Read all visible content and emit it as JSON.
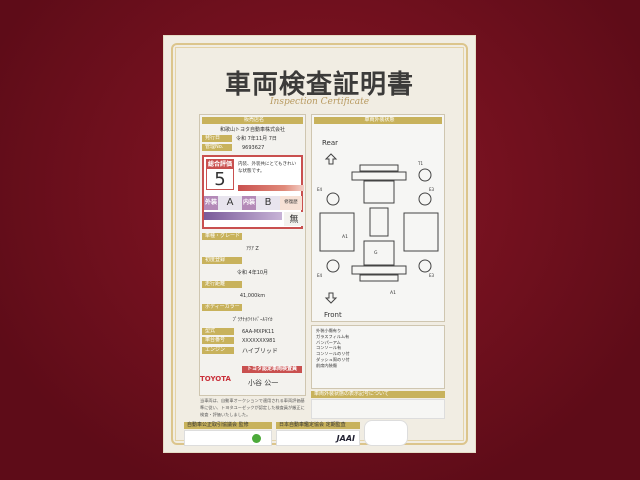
{
  "certificate": {
    "title": "車両検査証明書",
    "subtitle": "Inspection Certificate",
    "dealer": {
      "header": "販売店名",
      "name": "和歌山トヨタ自動車株式会社",
      "issue_label": "発行日",
      "issue_date": "令和 7年11月 7日",
      "mgmt_label": "管理No.",
      "mgmt_no": "9693627"
    },
    "evaluation": {
      "label": "総合評価",
      "score": "5",
      "comment": "内装、外装共にとてもきれいな状態です。",
      "exterior_label": "外装",
      "exterior": "A",
      "interior_label": "内装",
      "interior": "B",
      "repair_label": "修復歴",
      "repair": "無"
    },
    "specs": [
      {
        "label": "車種・グレード",
        "value": "ｱｸｱ Z"
      },
      {
        "label": "初度登録",
        "value": "令和 4年10月"
      },
      {
        "label": "走行距離",
        "value": "41,000km"
      },
      {
        "label": "ボディーカラー",
        "value": "ﾌﾟﾗﾁﾅﾎﾜｲﾄﾊﾟｰﾙﾏｲｶ"
      }
    ],
    "model_label": "型式",
    "model": "6AA-MXPK11",
    "chassis_label": "車台番号",
    "chassis": "XXXXXXX981",
    "engine_label": "エンジン",
    "engine": "ハイブリッド",
    "brand": "TOYOTA",
    "inspector_badge": "トヨタ認定車両検査員",
    "inspector": "小谷 公一",
    "note": "当車両は、自動車オークションで適用される車両評価基準に従い、トヨタユーゼックが認定した検査員が厳正に検査・評価いたしました。",
    "diagram": {
      "header": "車両外装状態",
      "rear": "Rear",
      "front": "Front",
      "marks": [
        "T1",
        "E4",
        "E3",
        "E4",
        "E3",
        "A1",
        "G",
        "A1"
      ]
    },
    "checklist": [
      "外装小傷有り",
      "ガラスフィルム有",
      "バンパーアム",
      "コンソール有",
      "コンソールのリ付",
      "ダッシュ周のリ付",
      "前席内装傷"
    ],
    "legend_header": "車両外装状態の表示記号について",
    "footer": {
      "left": "自動車公正取引協議会 監修",
      "right": "日本自動車鑑定協会 定期監査",
      "right_logo": "JAAI"
    }
  },
  "colors": {
    "gold": "#c8b25c",
    "red": "#c9504f",
    "background": "#6e0f1c"
  }
}
